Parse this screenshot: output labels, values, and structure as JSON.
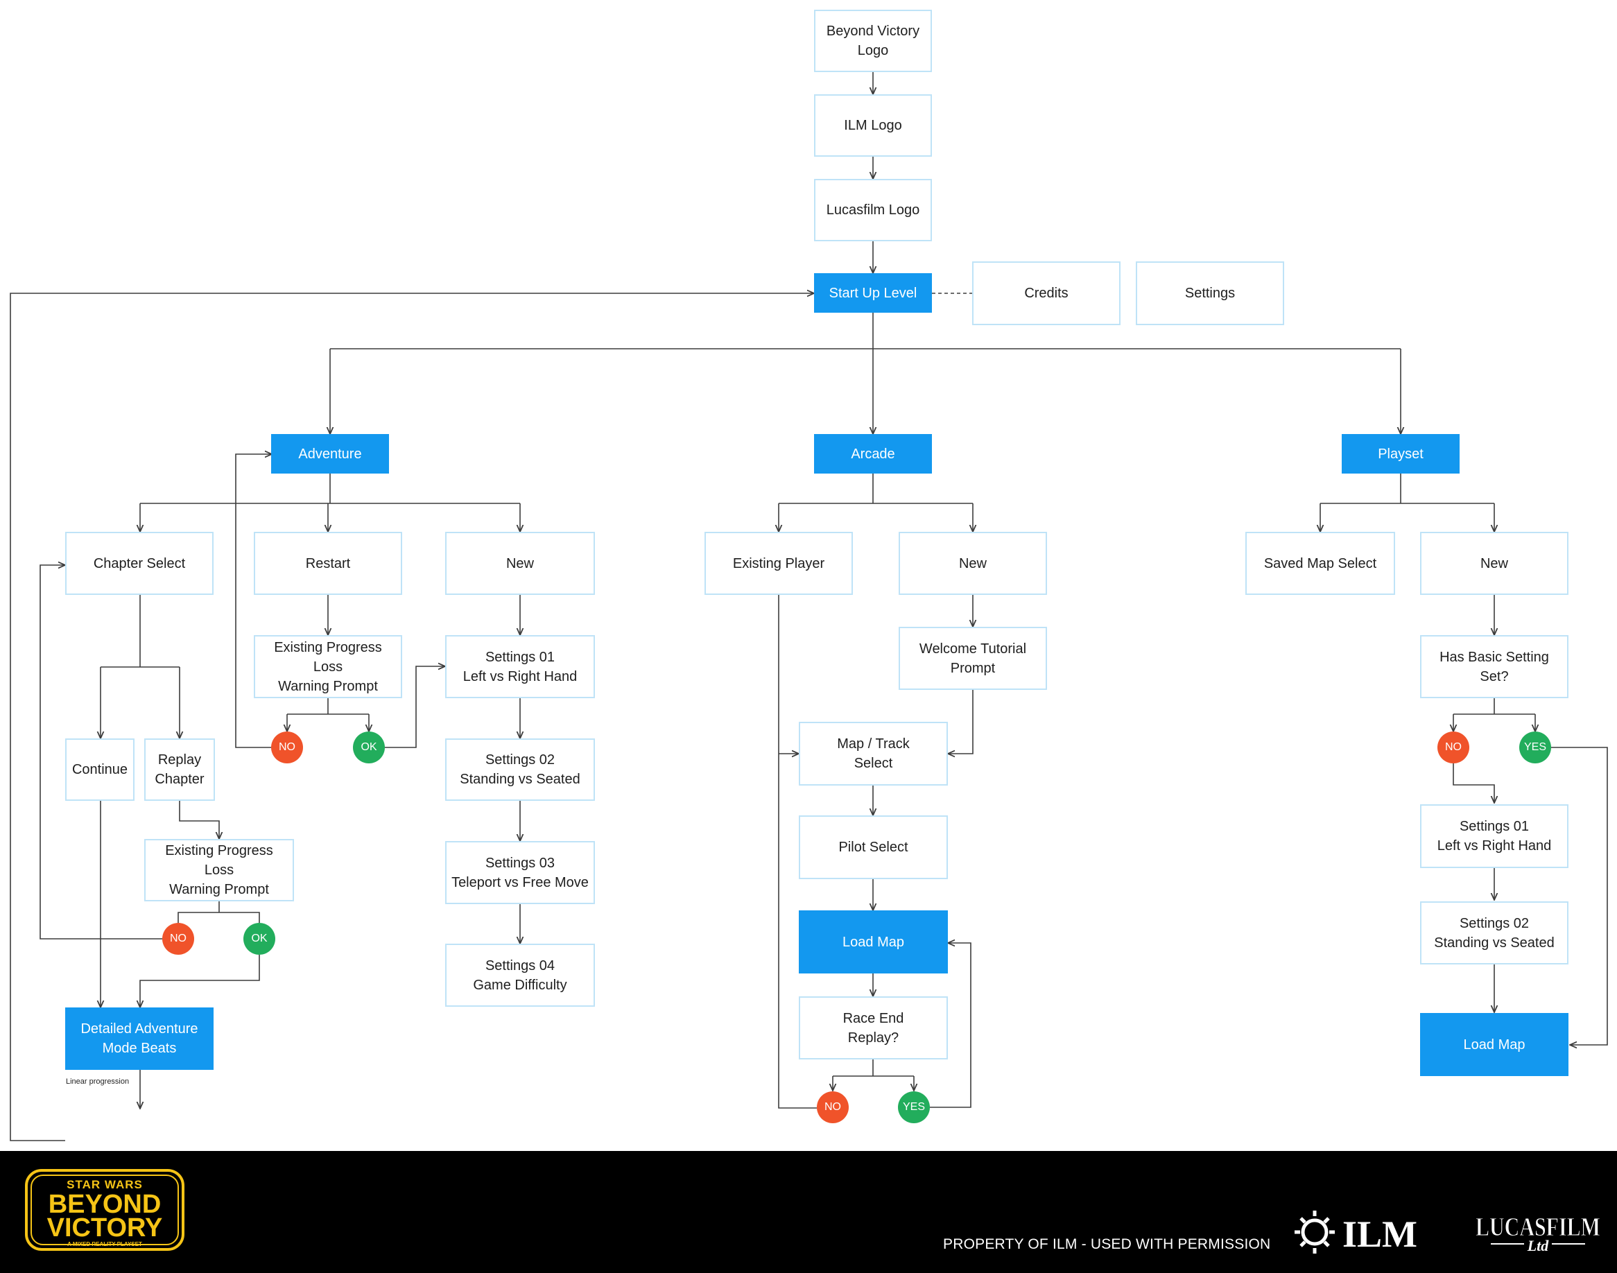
{
  "nodes": {
    "beyond_victory_logo": "Beyond Victory\nLogo",
    "ilm_logo": "ILM Logo",
    "lucasfilm_logo": "Lucasfilm Logo",
    "start_up_level": "Start Up Level",
    "credits": "Credits",
    "settings": "Settings",
    "adventure": "Adventure",
    "arcade": "Arcade",
    "playset": "Playset",
    "chapter_select": "Chapter Select",
    "restart": "Restart",
    "adventure_new": "New",
    "existing_progress_loss_restart": "Existing Progress Loss\nWarning Prompt",
    "adv_settings_01": "Settings 01\nLeft vs Right Hand",
    "adv_settings_02": "Settings 02\nStanding vs Seated",
    "adv_settings_03": "Settings 03\nTeleport vs Free Move",
    "adv_settings_04": "Settings 04\nGame Difficulty",
    "continue": "Continue",
    "replay_chapter": "Replay\nChapter",
    "existing_progress_loss_replay": "Existing Progress Loss\nWarning Prompt",
    "detailed_adventure_mode_beats": "Detailed Adventure\nMode Beats",
    "existing_player": "Existing Player",
    "arcade_new": "New",
    "welcome_tutorial_prompt": "Welcome Tutorial\nPrompt",
    "map_track_select": "Map / Track\nSelect",
    "pilot_select": "Pilot Select",
    "arcade_load_map": "Load Map",
    "race_end_replay": "Race End\nReplay?",
    "saved_map_select": "Saved Map Select",
    "playset_new": "New",
    "has_basic_setting_set": "Has Basic Setting Set?",
    "playset_settings_01": "Settings 01\nLeft vs Right Hand",
    "playset_settings_02": "Settings 02\nStanding vs Seated",
    "playset_load_map": "Load Map"
  },
  "decisions": {
    "restart_no": "NO",
    "restart_ok": "OK",
    "replay_no": "NO",
    "replay_ok": "OK",
    "race_no": "NO",
    "race_yes": "YES",
    "setting_no": "NO",
    "setting_yes": "YES"
  },
  "notes": {
    "linear_progression": "Linear progression"
  },
  "footer": {
    "permission": "PROPERTY OF ILM - USED WITH PERMISSION",
    "sw_top": "STAR WARS",
    "sw_beyond": "BEYOND",
    "sw_victory": "VICTORY",
    "sw_tagline": "A MIXED REALITY PLAYSET",
    "ilm": "ILM",
    "lucasfilm": "LUCASFILM",
    "lucasfilm_ltd": "Ltd"
  },
  "colors": {
    "accent_blue": "#1398ef",
    "node_border": "#bfe3f7",
    "edge": "#3c3c3c",
    "no": "#f0532a",
    "yes": "#22ad5c",
    "logo_gold": "#f6c416"
  }
}
